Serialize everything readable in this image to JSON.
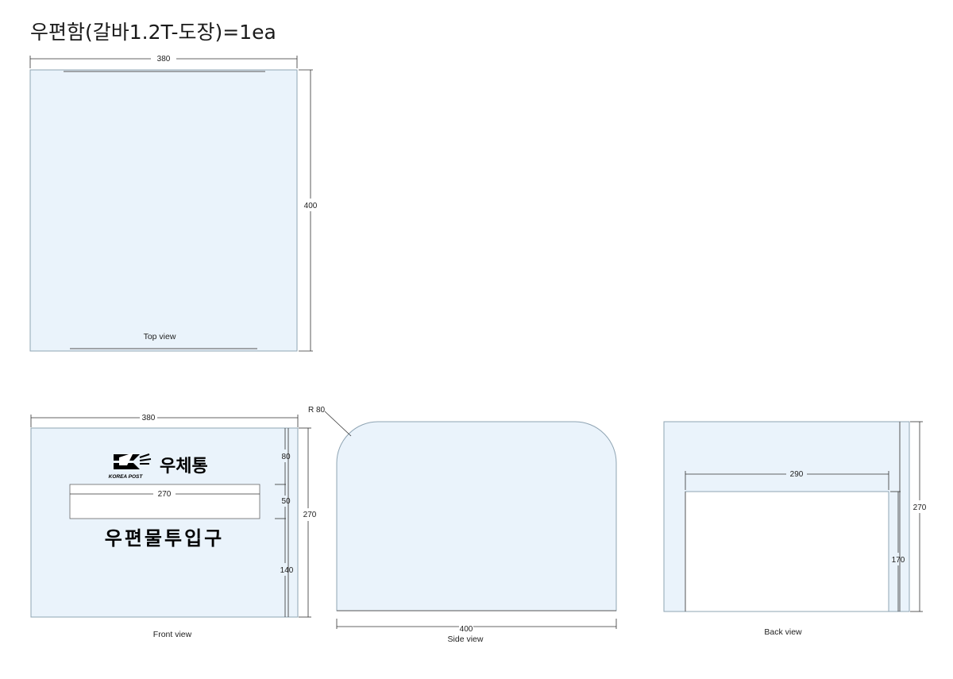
{
  "title": "우편함(갈바1.2T-도장)=1ea",
  "top_view": {
    "caption": "Top view",
    "width_label": "380",
    "height_label": "400"
  },
  "front_view": {
    "caption": "Front view",
    "width_label": "380",
    "height_label": "270",
    "slot_width_label": "270",
    "seg_top_label": "80",
    "seg_mid_label": "50",
    "seg_bottom_label": "140",
    "logo_text": "우체통",
    "logo_subtext": "KOREA POST",
    "slot_text": "우편물투입구"
  },
  "side_view": {
    "caption": "Side view",
    "width_label": "400",
    "radius_label": "R 80"
  },
  "back_view": {
    "caption": "Back view",
    "height_label": "270",
    "opening_width_label": "290",
    "opening_height_label": "170"
  },
  "colors": {
    "panel_fill": "#eaf3fb",
    "panel_stroke": "#8fa4b3"
  }
}
